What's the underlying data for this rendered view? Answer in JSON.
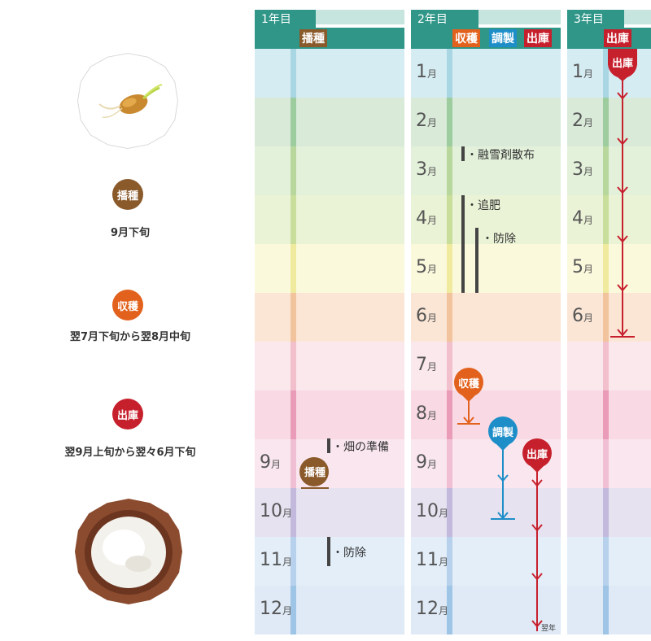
{
  "legend": {
    "sowing": {
      "badge": "播種",
      "date": "9月下旬",
      "color": "#8a5a2b"
    },
    "harvest": {
      "badge": "収穫",
      "date": "翌7月下旬から翌8月中旬",
      "color": "#e2611c"
    },
    "shipping": {
      "badge": "出庫",
      "date": "翌9月上旬から翌々6月下旬",
      "color": "#c7202d"
    },
    "seed_image_icon": "sprouting-seed-image",
    "flour_image_icon": "flour-bowl-image"
  },
  "columns": [
    {
      "title": "1年目",
      "tags": [
        "播種"
      ]
    },
    {
      "title": "2年目",
      "tags": [
        "収穫",
        "調製",
        "出庫"
      ]
    },
    {
      "title": "3年目",
      "tags": [
        "出庫"
      ]
    }
  ],
  "months": {
    "col1": [
      "9",
      "10",
      "11",
      "12"
    ],
    "col2": [
      "1",
      "2",
      "3",
      "4",
      "5",
      "6",
      "7",
      "8",
      "9",
      "10",
      "11",
      "12"
    ],
    "col3": [
      "1",
      "2",
      "3",
      "4",
      "5",
      "6"
    ],
    "unit": "月"
  },
  "notes": {
    "y1_field_prep": "・畑の準備",
    "y1_pest": "・防除",
    "y2_snow": "・融雪剤散布",
    "y2_fert": "・追肥",
    "y2_pest": "・防除",
    "next_year": "翌年"
  },
  "markers": {
    "sowing": "播種",
    "harvest": "収穫",
    "prep": "調製",
    "ship": "出庫",
    "ship_y3": "出庫"
  },
  "month_colors": [
    "#d6ecf3",
    "#d9ead9",
    "#e3f0da",
    "#eaf3d6",
    "#fbf9dc",
    "#fbe6d6",
    "#fbe8ec",
    "#f8d9e4",
    "#f9e6ee",
    "#e6e2f0",
    "#e3eef9",
    "#dfeaf6"
  ],
  "month_accent": [
    "#a9d6e3",
    "#9dcc9f",
    "#b7d79d",
    "#c8de9a",
    "#f0ea9f",
    "#f2c49d",
    "#f2bfcc",
    "#e99bb8",
    "#f0bfd3",
    "#c3b9dc",
    "#b7d1ec",
    "#9ec4e6"
  ],
  "colors": {
    "header_teal": "#2f9688",
    "header_light": "#c6e5de",
    "sow": "#8a5a2b",
    "harvest": "#e2611c",
    "prep": "#1e8ec8",
    "ship": "#c7202d"
  }
}
